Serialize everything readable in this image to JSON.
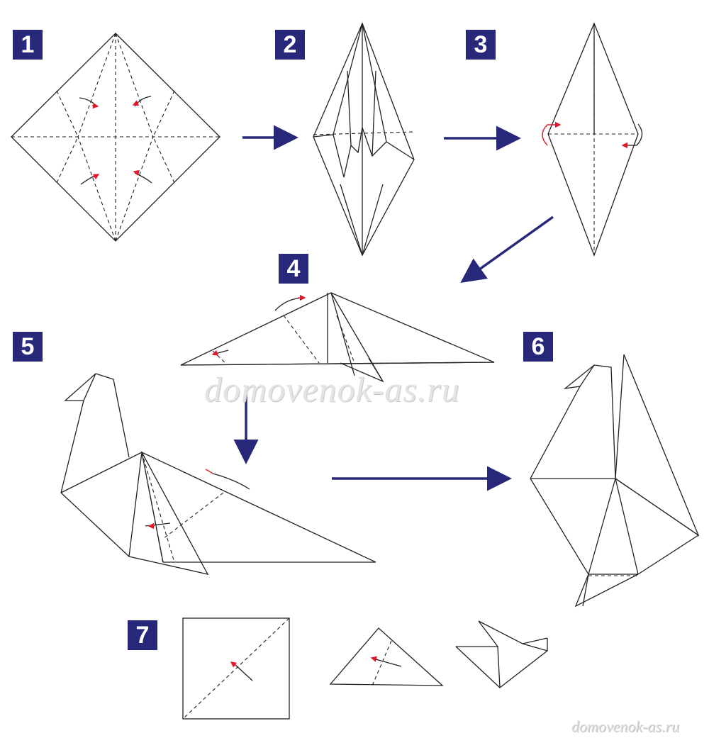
{
  "steps": [
    {
      "number": "1"
    },
    {
      "number": "2"
    },
    {
      "number": "3"
    },
    {
      "number": "4"
    },
    {
      "number": "5"
    },
    {
      "number": "6"
    },
    {
      "number": "7"
    }
  ],
  "watermark": {
    "center": "domovenok-as.ru",
    "corner": "domovenok-as.ru"
  },
  "colors": {
    "badge": "#28287a",
    "flow_arrow": "#28287a",
    "fold_arrow": "#e0182a",
    "line": "#222222"
  }
}
